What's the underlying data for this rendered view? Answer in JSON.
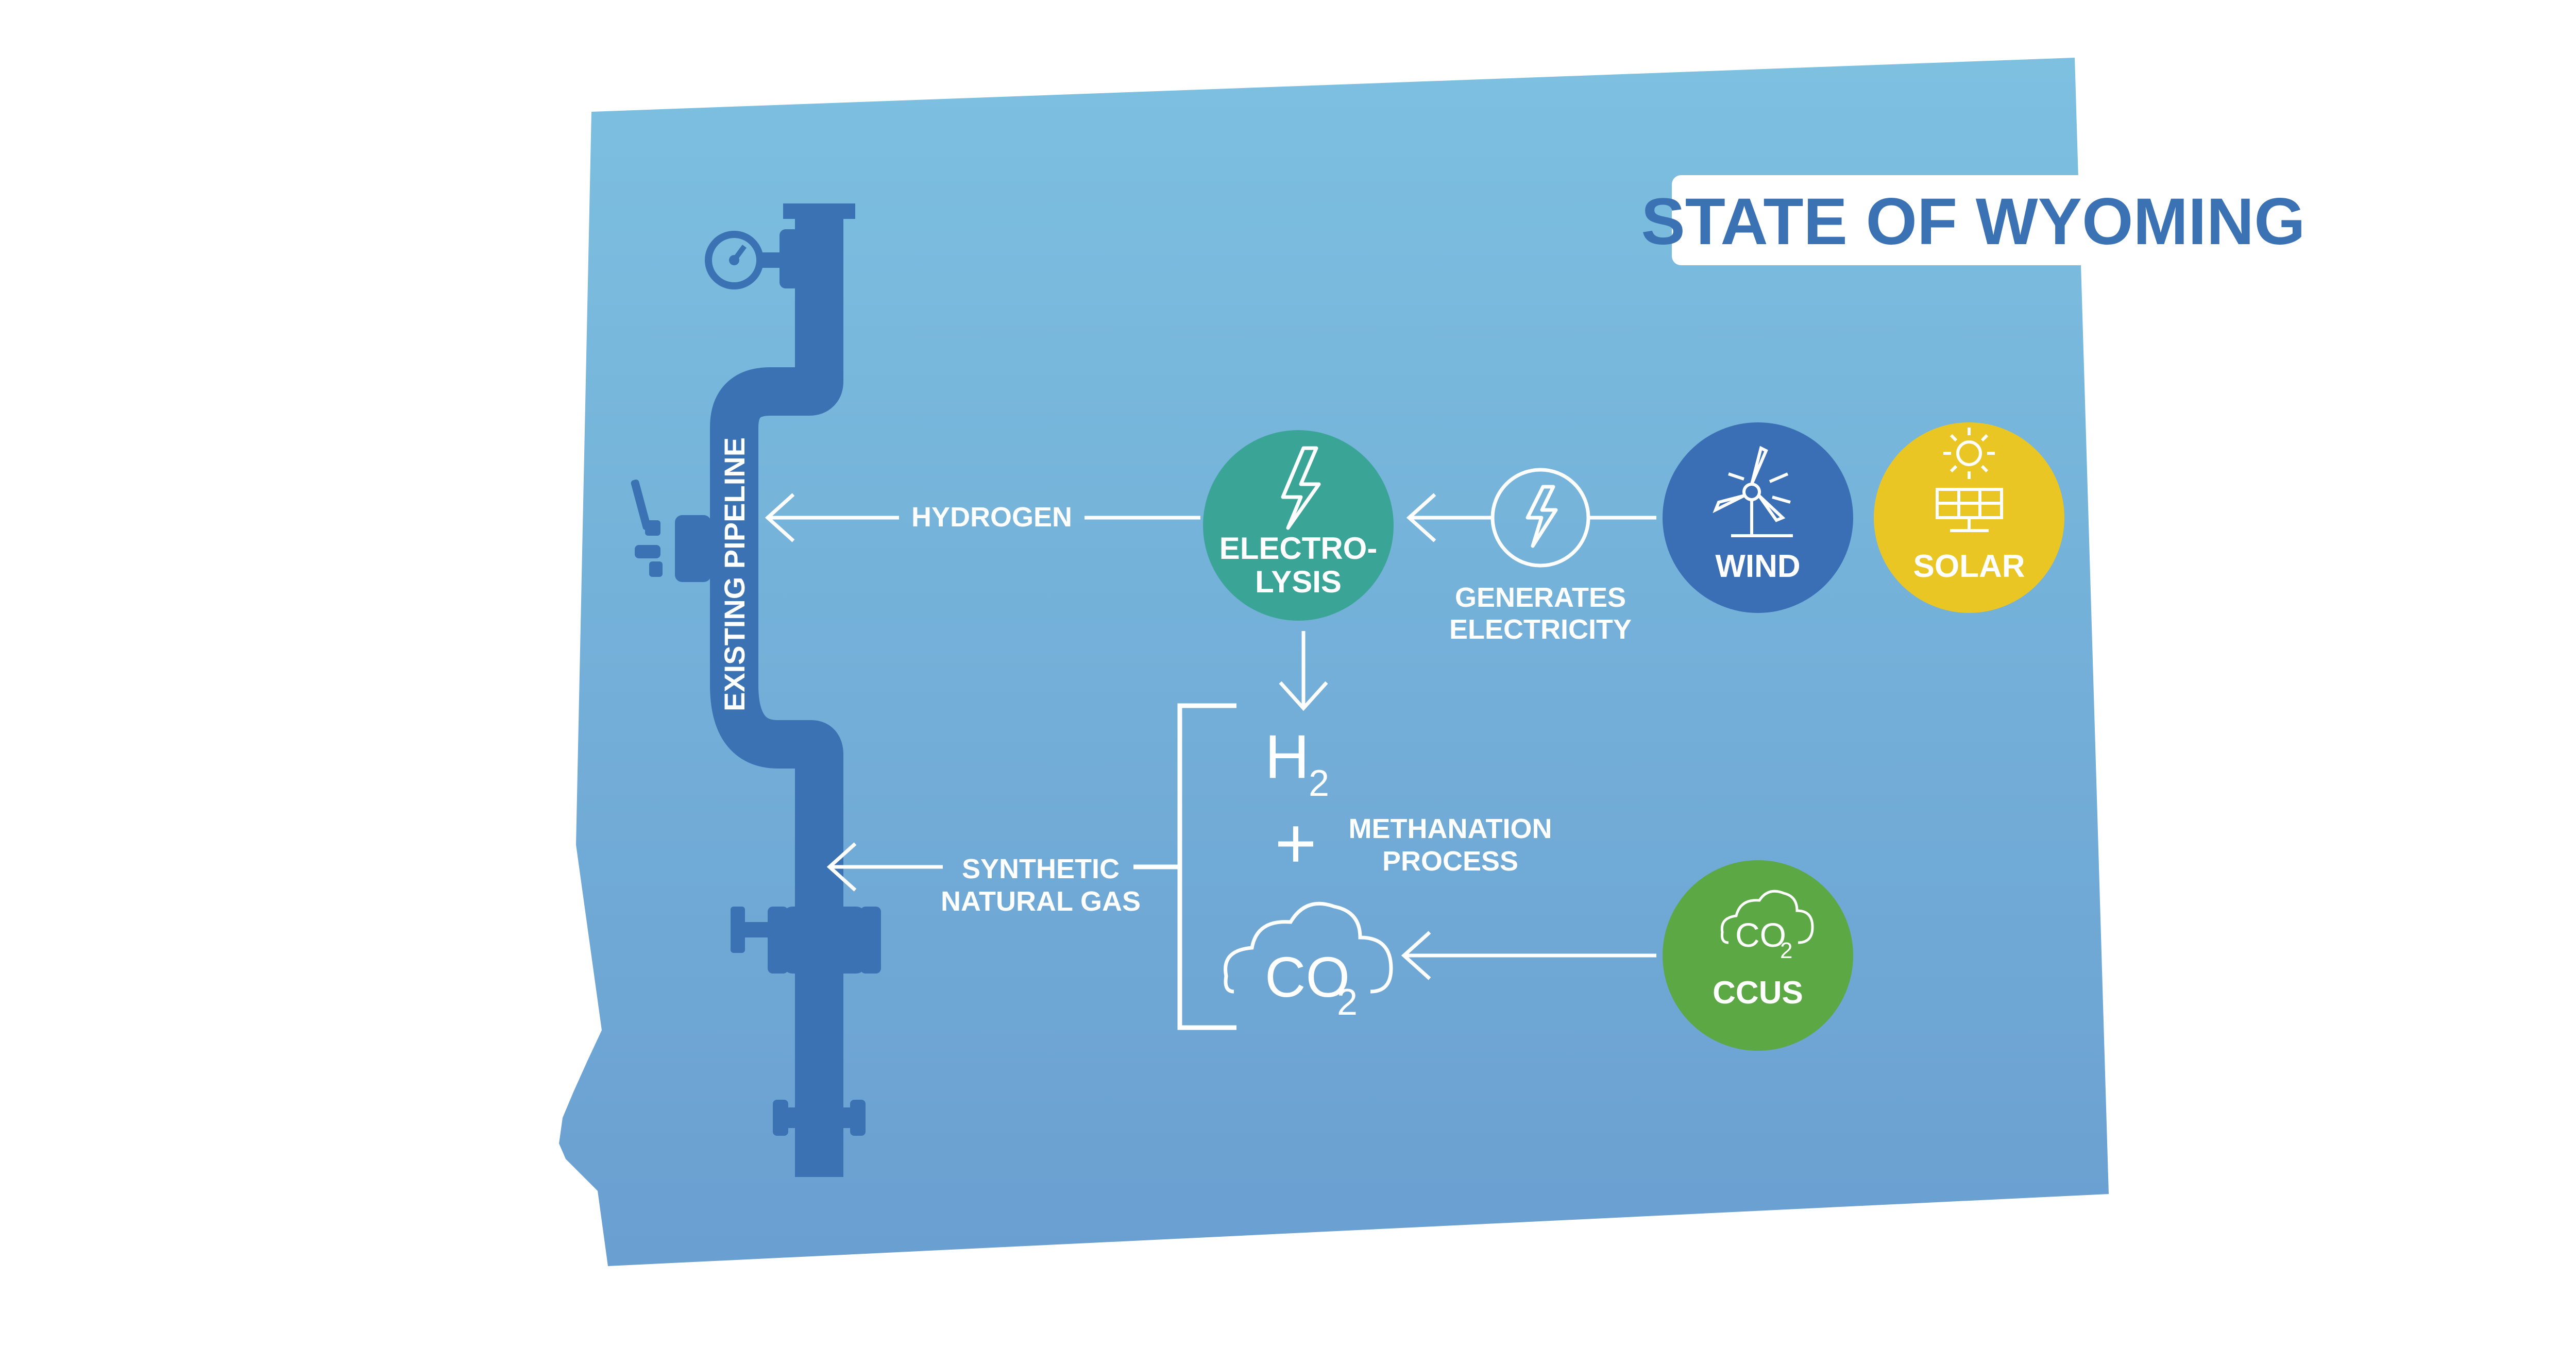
{
  "title": "STATE OF WYOMING",
  "pipeline": {
    "label": "EXISTING PIPELINE"
  },
  "flows": {
    "hydrogen": "HYDROGEN",
    "generates_1": "GENERATES",
    "generates_2": "ELECTRICITY",
    "methanation_1": "METHANATION",
    "methanation_2": "PROCESS",
    "synthetic_1": "SYNTHETIC",
    "synthetic_2": "NATURAL GAS"
  },
  "nodes": {
    "electrolysis_1": "ELECTRO-",
    "electrolysis_2": "LYSIS",
    "wind": "WIND",
    "solar": "SOLAR",
    "ccus": "CCUS"
  },
  "chemistry": {
    "h": "H",
    "h_sub": "2",
    "plus": "+",
    "co": "CO",
    "co_sub": "2",
    "ccus_co": "CO",
    "ccus_sub": "2"
  },
  "colors": {
    "state_top": "#7dc0e0",
    "state_bottom": "#6a9fd1",
    "pipe": "#3b72b3",
    "electrolysis": "#3aa596",
    "wind": "#3a6eb5",
    "solar": "#e9c623",
    "ccus": "#5ba845",
    "title_text": "#3b72b3"
  },
  "icons": {
    "pipeline": "pipeline-icon",
    "gauge": "pressure-gauge-icon",
    "lightning": "lightning-bolt-icon",
    "wind": "wind-turbine-icon",
    "solar": "solar-panel-icon",
    "cloud": "cloud-icon"
  }
}
